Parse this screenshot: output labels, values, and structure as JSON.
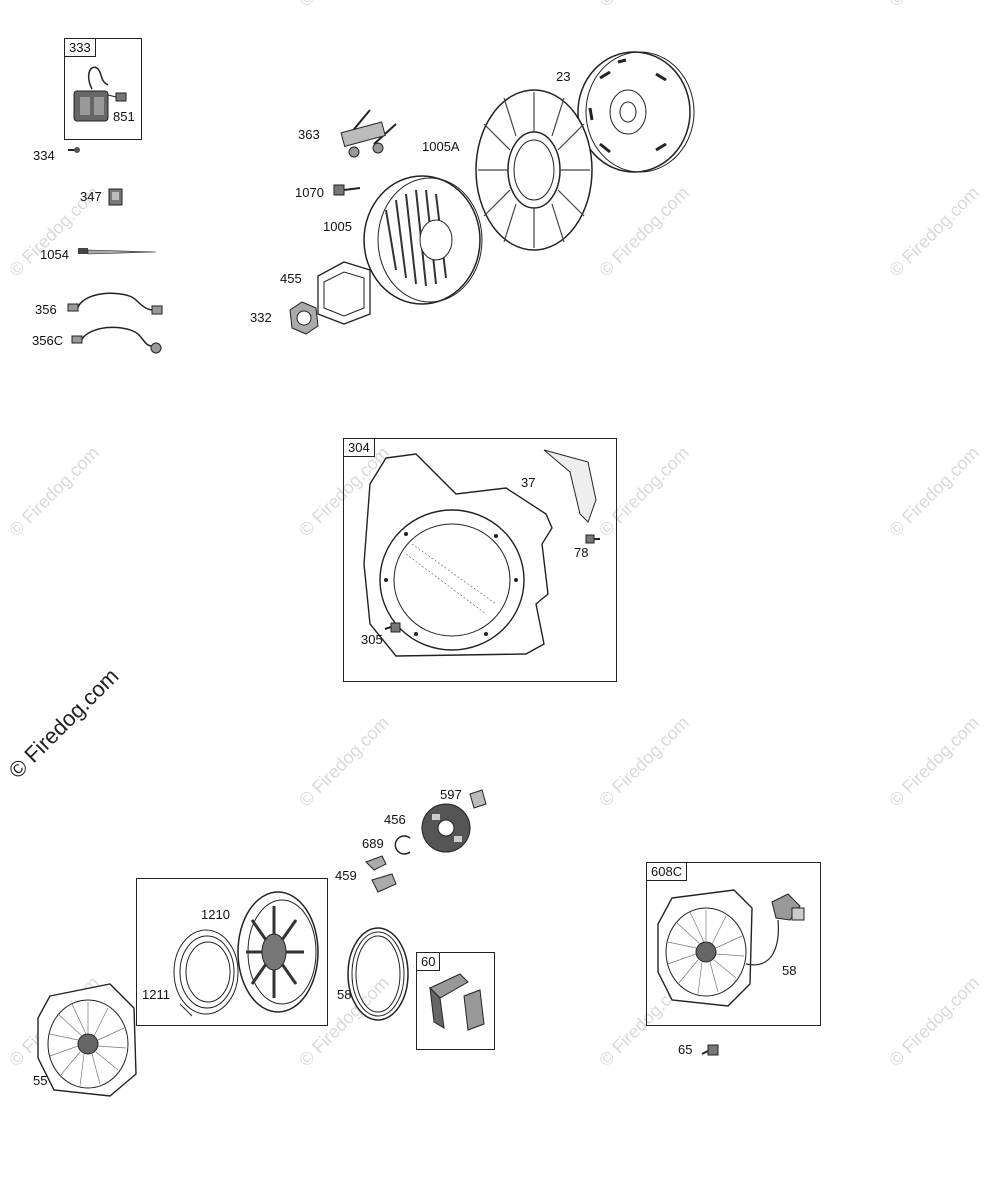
{
  "watermark": "© Firedog.com",
  "boxes": [
    {
      "id": "box-333",
      "tag": "333"
    },
    {
      "id": "box-304",
      "tag": "304"
    },
    {
      "id": "box-60",
      "tag": "60"
    },
    {
      "id": "box-608C",
      "tag": "608C"
    }
  ],
  "labels": {
    "p851": "851",
    "p334": "334",
    "p347": "347",
    "p1054": "1054",
    "p356": "356",
    "p356C": "356C",
    "p363": "363",
    "p1070": "1070",
    "p1005": "1005",
    "p1005A": "1005A",
    "p23": "23",
    "p455": "455",
    "p332": "332",
    "p37": "37",
    "p78": "78",
    "p305": "305",
    "p597": "597",
    "p456": "456",
    "p689": "689",
    "p459": "459",
    "p1210": "1210",
    "p1211": "1211",
    "p58a": "58",
    "p55": "55",
    "p58b": "58",
    "p65": "65"
  }
}
